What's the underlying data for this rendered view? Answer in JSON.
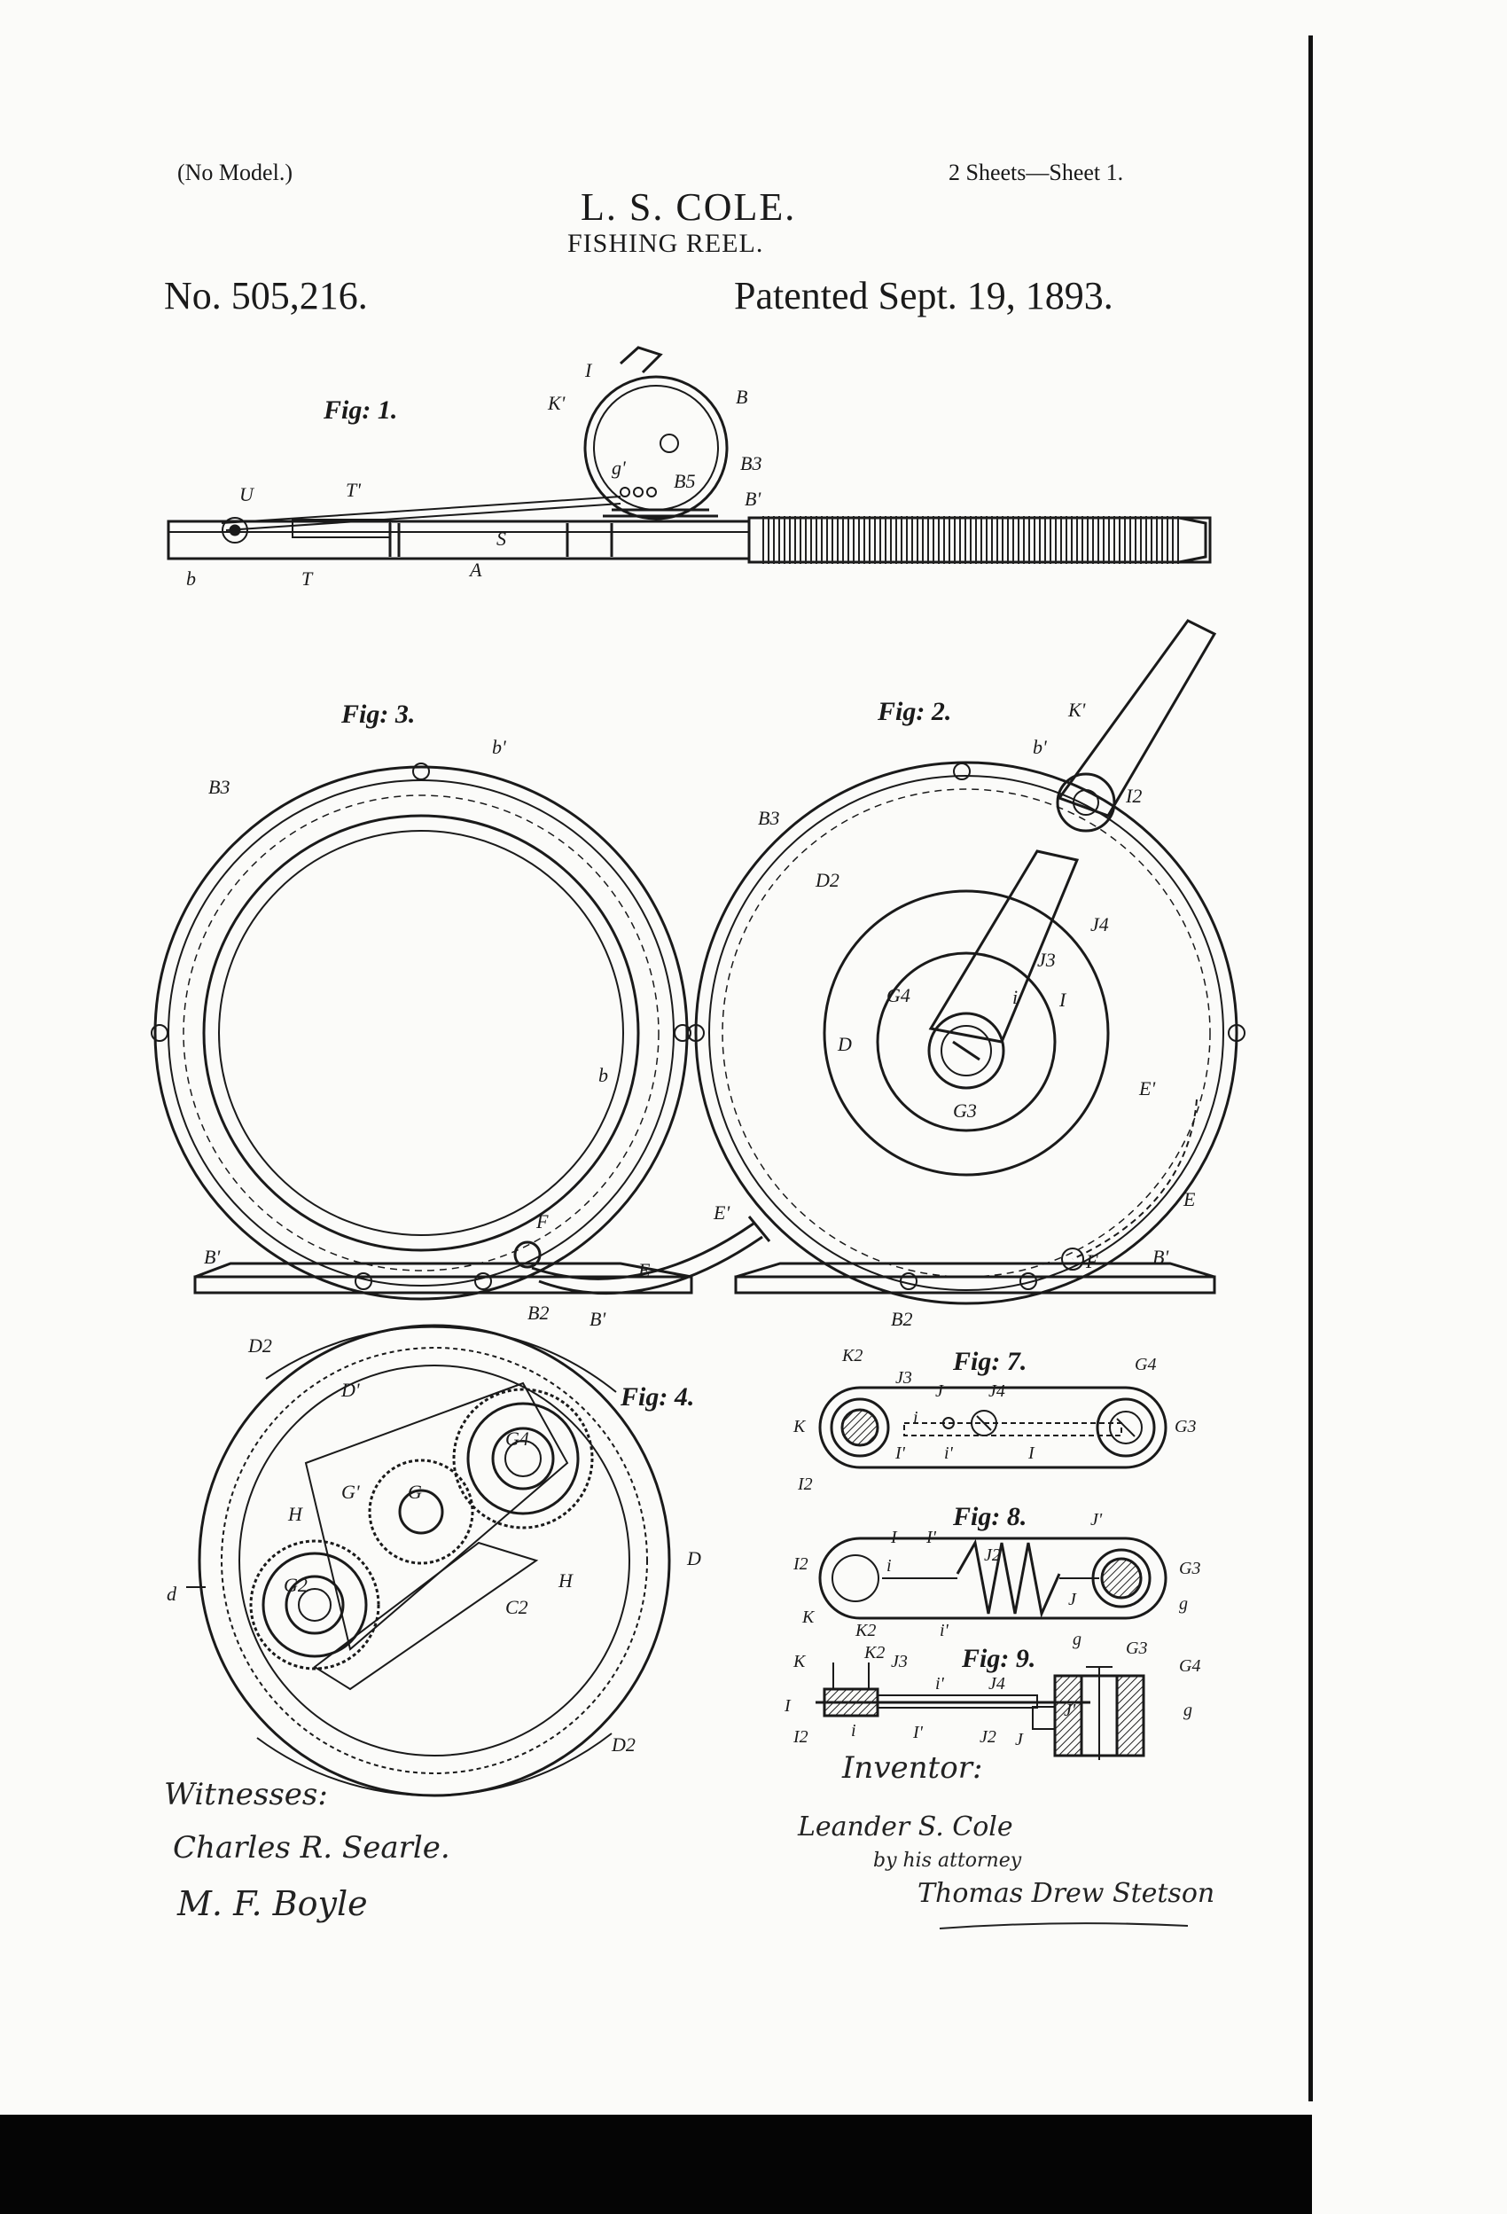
{
  "header": {
    "no_model": "(No Model.)",
    "inventor_name": "L. S. COLE.",
    "sheets": "2 Sheets—Sheet 1.",
    "title": "FISHING REEL.",
    "patent_number": "No. 505,216.",
    "patented_date": "Patented Sept. 19, 1893."
  },
  "figures": {
    "fig1": "Fig: 1.",
    "fig2": "Fig: 2.",
    "fig3": "Fig: 3.",
    "fig4": "Fig: 4.",
    "fig7": "Fig: 7.",
    "fig8": "Fig: 8.",
    "fig9": "Fig: 9."
  },
  "labels": {
    "fig1": [
      "I",
      "K'",
      "B",
      "U",
      "T'",
      "g'",
      "B5",
      "B3",
      "B'",
      "S",
      "b",
      "T",
      "A"
    ],
    "fig2": [
      "K'",
      "b'",
      "I2",
      "B3",
      "D2",
      "J4",
      "J3",
      "G4",
      "i",
      "I",
      "D",
      "G3",
      "E'",
      "E",
      "F",
      "B'",
      "B2"
    ],
    "fig3": [
      "b'",
      "B3",
      "b",
      "E'",
      "F",
      "E",
      "B'",
      "B2",
      "B'"
    ],
    "fig4": [
      "D2",
      "D'",
      "G4",
      "G'",
      "H",
      "G",
      "G2",
      "C2",
      "H",
      "D",
      "d",
      "D2"
    ],
    "fig7": [
      "K2",
      "J3",
      "J",
      "J4",
      "G4",
      "K",
      "i",
      "G3",
      "I'",
      "i'",
      "I",
      "I2"
    ],
    "fig8": [
      "I",
      "I'",
      "J'",
      "I2",
      "i",
      "G3",
      "J2",
      "J",
      "g",
      "K",
      "K2",
      "i'",
      "g"
    ],
    "fig9": [
      "K",
      "K2",
      "J3",
      "G3",
      "G4",
      "i'",
      "J4",
      "I",
      "J'",
      "g",
      "I2",
      "i",
      "I'",
      "J2",
      "J"
    ]
  },
  "signatures": {
    "witnesses_label": "Witnesses:",
    "witness_1": "Charles R. Searle.",
    "witness_2": "M. F. Boyle",
    "inventor_label": "Inventor:",
    "inventor_signature": "Leander S. Cole",
    "by_attorney": "by his attorney",
    "attorney_signature": "Thomas Drew Stetson"
  }
}
